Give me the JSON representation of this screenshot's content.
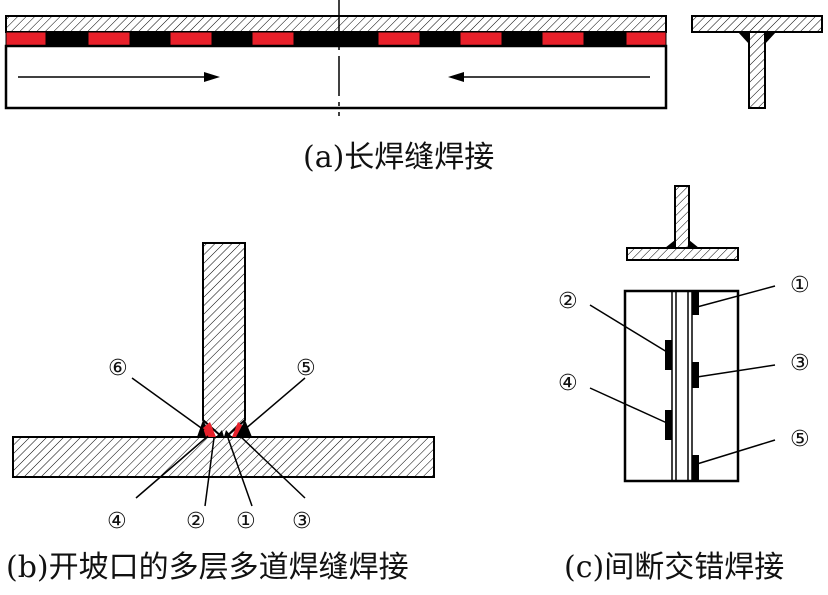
{
  "captions": {
    "a": "(a)长焊缝焊接",
    "b": "(b)开坡口的多层多道焊缝焊接",
    "c": "(c)间断交错焊接"
  },
  "labels_b": {
    "one": "①",
    "two": "②",
    "three": "③",
    "four": "④",
    "five": "⑤",
    "six": "⑥"
  },
  "labels_c": {
    "one": "①",
    "two": "②",
    "three": "③",
    "four": "④",
    "five": "⑤"
  },
  "colors": {
    "weld_red": "#e8202a",
    "weld_black": "#000000",
    "hatch": "#000000"
  }
}
